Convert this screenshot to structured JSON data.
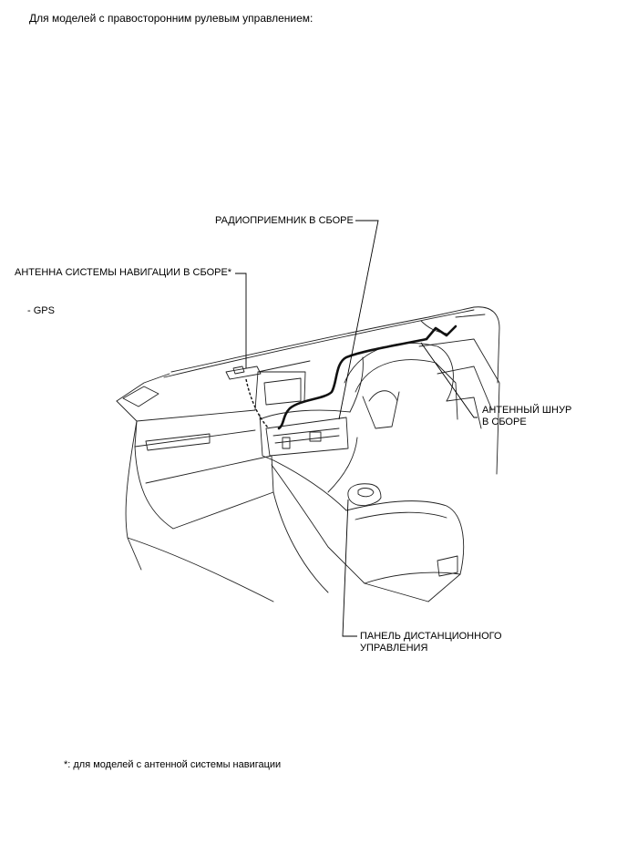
{
  "header": {
    "title": "Для моделей с правосторонним рулевым управлением:"
  },
  "callouts": {
    "radio_receiver": "РАДИОПРИЕМНИК В СБОРЕ",
    "navigation_antenna": "АНТЕННА СИСТЕМЫ НАВИГАЦИИ В СБОРЕ*",
    "navigation_antenna_sub": "- GPS",
    "antenna_cable_line1": "АНТЕННЫЙ ШНУР",
    "antenna_cable_line2": "В СБОРЕ",
    "remote_panel_line1": "ПАНЕЛЬ ДИСТАНЦИОННОГО",
    "remote_panel_line2": "УПРАВЛЕНИЯ"
  },
  "footnote": {
    "text": "*: для моделей с антенной системы навигации"
  }
}
